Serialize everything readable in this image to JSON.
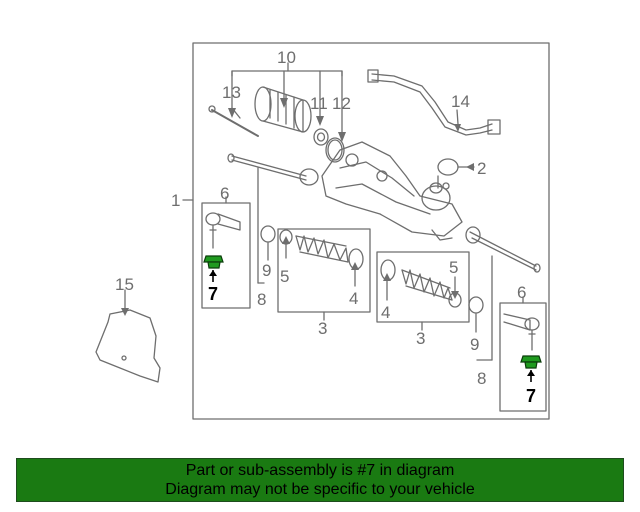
{
  "labels": {
    "assembly": "1",
    "boot_kit_left": "3",
    "boot_kit_right": "3",
    "boot_clamp_left": "4",
    "boot_clamp_right": "4",
    "inner_clamp_left": "5",
    "inner_clamp_right": "5",
    "tie_rod_end_left": "6",
    "tie_rod_end_right": "6",
    "nut_left": "7",
    "nut_right": "7",
    "inner_tie_rod_left": "8",
    "inner_tie_rod_right": "8",
    "jam_nut_left": "9",
    "jam_nut_right": "9",
    "motor_group": "10",
    "bearing": "11",
    "seal_ring": "12",
    "bolt": "13",
    "harness": "14",
    "heat_shield": "15",
    "insulator": "2"
  },
  "banner": {
    "line1": "Part or sub-assembly is #7 in diagram",
    "line2": "Diagram may not be specific to your vehicle"
  },
  "colors": {
    "banner_bg": "#1a7a12",
    "highlight_part": "#1f9a1f",
    "line": "#6e6e6e"
  }
}
